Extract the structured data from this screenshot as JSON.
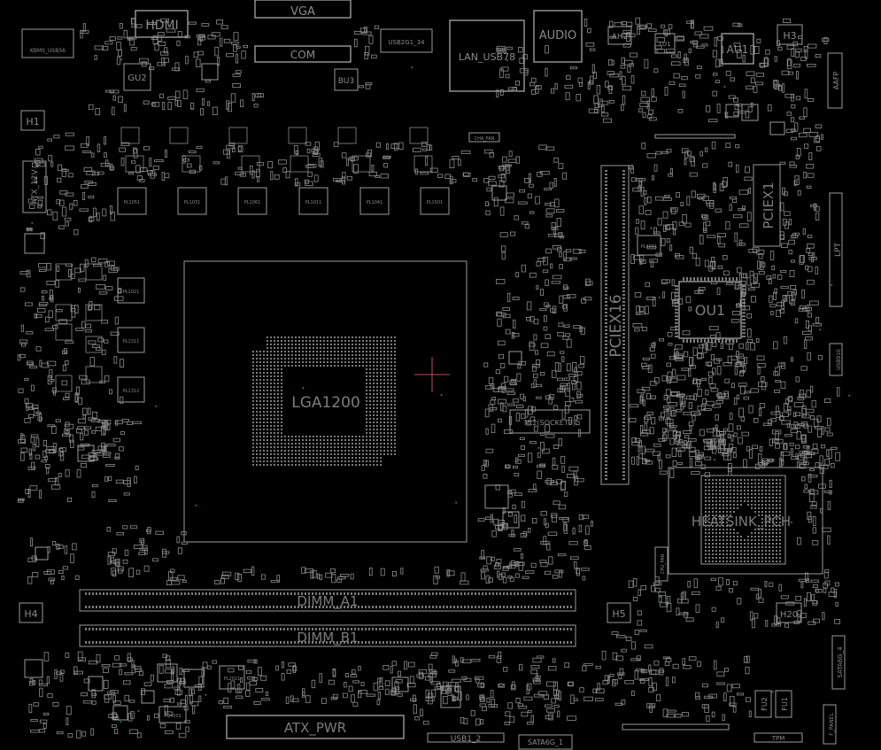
{
  "colors": {
    "background": "#000000",
    "outline": "#9a9a9a",
    "text": "#8a8a8a",
    "marker": "#c05050",
    "via": "#1a8a8a"
  },
  "labels": {
    "hdmi": "HDMI",
    "vga": "VGA",
    "com": "COM",
    "kbms": "KBMS_USB56",
    "gu2": "GU2",
    "bu3": "BU3",
    "usb": "USB2G1_34",
    "lan": "LAN_USB78",
    "audio": "AUDIO",
    "ah2": "AH2",
    "lu1": "LU1",
    "au1": "AU1",
    "h3": "H3",
    "aafp": "AAFP",
    "h1": "H1",
    "atx12v": "ATX_12V",
    "cha_fan": "CHA_FAN",
    "pciex1": "PCIEX1",
    "lpt": "LPT",
    "pciex16": "PCIEX16",
    "ou1": "OU1",
    "usb910": "USB910",
    "cpu": "LGA1200",
    "m2": "M.2(SOCKET3)",
    "heatsink": "HEATSINK_PCH",
    "h4": "H4",
    "h5": "H5",
    "h20": "H20",
    "dimm_a1": "DIMM_A1",
    "dimm_b1": "DIMM_B1",
    "atx_pwr": "ATX_PWR",
    "usb12": "USB1_2",
    "sata6g1": "SATA6G_1",
    "sata6g4": "SATA6G_4",
    "fu1": "FU1",
    "fu2": "FU2",
    "fpanel": "F_PANEL",
    "tpm": "TPM",
    "pl1051": "PL1051",
    "pl1031": "PL1031",
    "pl1061": "PL1061",
    "pl1011": "PL1011",
    "pl1041": "PL1041",
    "pl1501": "PL1501",
    "pl1021": "PL1021",
    "pl1311": "PL1311",
    "pl1312": "PL1312",
    "pl2011": "PL2011",
    "pl4001": "PL4001",
    "pq4501": "PQ4501",
    "cpu_fan": "CPU_FAN"
  }
}
